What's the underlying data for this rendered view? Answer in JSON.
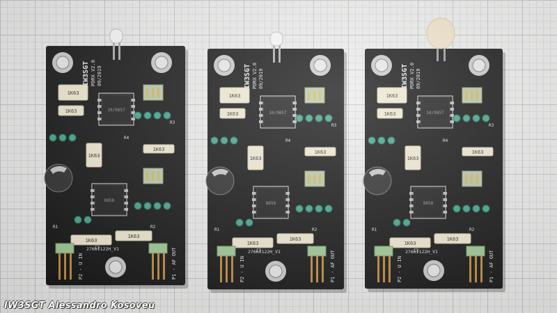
{
  "photo": {
    "caption": "IW3SGT Alessandro Kosoveu",
    "background": "#ececeb",
    "pcb_color": "#111111",
    "silk_color": "#e9e9e9"
  },
  "boards": [
    {
      "callsign": "IW3SGT",
      "model": "PDRX V2.0",
      "date": "09/2019",
      "code": "27661122H_V1",
      "chip1": "10/9857",
      "chip2": "8858",
      "cap_labels": [
        "1K63",
        "1K63",
        "1K63",
        "1K63",
        "1K63",
        "1K63"
      ],
      "in_label": "P2 - U IN",
      "out_label": "P1 - AF OUT",
      "led": "clear"
    },
    {
      "callsign": "IW3SGT",
      "model": "PDRX V2.0",
      "date": "09/2019",
      "code": "27661122H_V1",
      "chip1": "10/9857",
      "chip2": "8858",
      "cap_labels": [
        "1K63",
        "1K63",
        "1K63",
        "1K63",
        "1K63",
        "1K63"
      ],
      "in_label": "P2 - U IN",
      "out_label": "P1 - AF OUT",
      "led": "clear"
    },
    {
      "callsign": "IW3SGT",
      "model": "PDRX V2.0",
      "date": "09/2019",
      "code": "27661122H_V1",
      "chip1": "10/9857",
      "chip2": "8858",
      "cap_labels": [
        "1K63",
        "1K63",
        "1K63",
        "1K63",
        "1K63",
        "1K63"
      ],
      "in_label": "P2 - U IN",
      "out_label": "P1 - AF OUT",
      "led": "diffused"
    }
  ]
}
